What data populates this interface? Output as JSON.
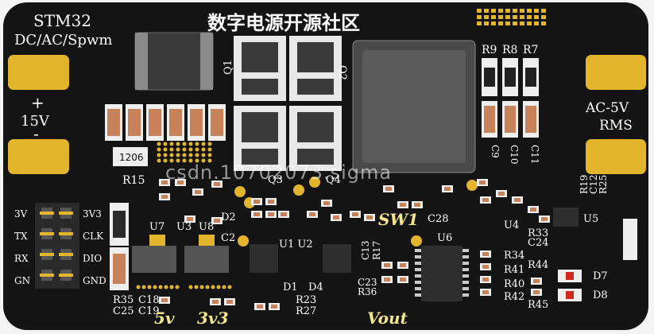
{
  "board": {
    "title": "数字电源开源社区",
    "left_labels": [
      "STM32",
      "DC/AC/Spwm"
    ],
    "input": {
      "plus": "+",
      "voltage": "15V",
      "minus": "-"
    },
    "output": {
      "line1": "AC-5V",
      "line2": "RMS"
    },
    "watermark": "csdn.10702073.sigma",
    "header_pins": [
      "3V3",
      "CLK",
      "DIO",
      "GND"
    ],
    "header_left": [
      "3V",
      "TX",
      "RX",
      "GN"
    ],
    "bottom_labels": [
      "5v",
      "3v3",
      "Vout"
    ],
    "switch_label": "SW1",
    "designators": {
      "q1": "Q1",
      "q2": "Q2",
      "q3": "Q3",
      "q4": "Q4",
      "r9": "R9",
      "r8": "R8",
      "r7": "R7",
      "c9": "C9",
      "c10": "C10",
      "c11": "C11",
      "r15": "R15",
      "r1206": "1206",
      "u7": "U7",
      "u3": "U3",
      "u8": "U8",
      "u1u2": "U1 U2",
      "u6": "U6",
      "u4": "U4",
      "u5": "U5",
      "d2": "D2",
      "c2": "C2",
      "d1": "D1",
      "d4": "D4",
      "c28": "C28",
      "c13": "C13",
      "r17": "R17",
      "c23": "C23",
      "r36": "R36",
      "r23": "R23",
      "r27": "R27",
      "r35": "R35",
      "c18": "C18",
      "c25": "C25",
      "c19": "C19",
      "r34": "R34",
      "r41": "R41",
      "r40": "R40",
      "r42": "R42",
      "r44": "R44",
      "r45": "R45",
      "d7": "D7",
      "d8": "D8",
      "r33": "R33",
      "c24": "C24",
      "r19": "R19",
      "c12": "C12",
      "r25": "R25"
    }
  },
  "colors": {
    "board": "#141414",
    "gold": "#e3b52c",
    "silk": "#ffffff",
    "silk_italic": "#f5e68a",
    "capacitor": "#c7825a",
    "chip": "#2e2e2e",
    "frame": "#f4f4f4"
  }
}
